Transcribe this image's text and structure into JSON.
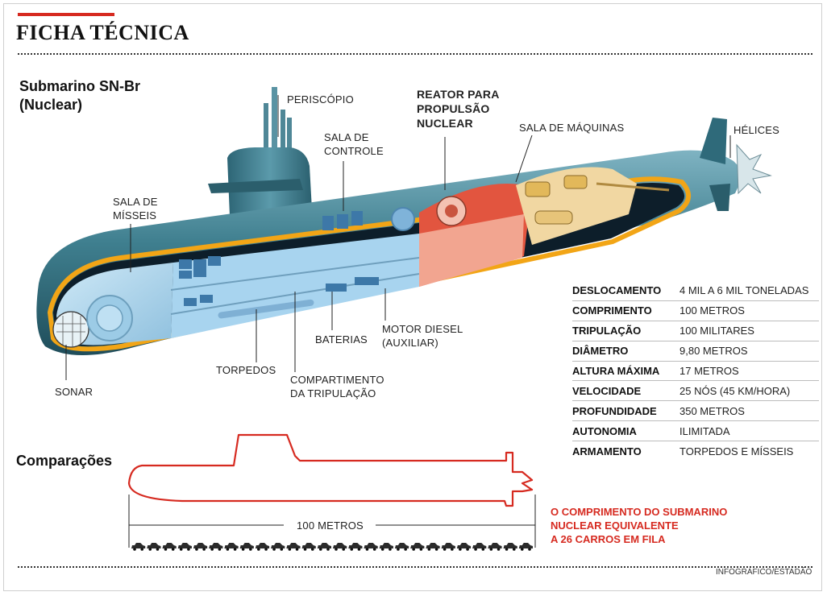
{
  "header": {
    "title": "FICHA TÉCNICA"
  },
  "submarine": {
    "title_line1": "Submarino SN-Br",
    "title_line2": "(Nuclear)"
  },
  "labels": {
    "periscopio": "PERISCÓPIO",
    "sala_controle_1": "SALA DE",
    "sala_controle_2": "CONTROLE",
    "reator_1": "REATOR PARA",
    "reator_2": "PROPULSÃO",
    "reator_3": "NUCLEAR",
    "sala_maquinas": "SALA DE MÁQUINAS",
    "helices": "HÉLICES",
    "sala_misseis_1": "SALA DE",
    "sala_misseis_2": "MÍSSEIS",
    "sonar": "SONAR",
    "torpedos": "TORPEDOS",
    "compartimento_1": "COMPARTIMENTO",
    "compartimento_2": "DA TRIPULAÇÃO",
    "baterias": "BATERIAS",
    "motor_1": "MOTOR DIESEL",
    "motor_2": "(AUXILIAR)"
  },
  "specs": [
    {
      "key": "DESLOCAMENTO",
      "value": "4 MIL A 6 MIL TONELADAS"
    },
    {
      "key": "COMPRIMENTO",
      "value": "100 METROS"
    },
    {
      "key": "TRIPULAÇÃO",
      "value": "100 MILITARES"
    },
    {
      "key": "DIÂMETRO",
      "value": "9,80 METROS"
    },
    {
      "key": "ALTURA MÁXIMA",
      "value": "17 METROS"
    },
    {
      "key": "VELOCIDADE",
      "value": "25 NÓS (45 KM/HORA)"
    },
    {
      "key": "PROFUNDIDADE",
      "value": "350 METROS"
    },
    {
      "key": "AUTONOMIA",
      "value": "ILIMITADA"
    },
    {
      "key": "ARMAMENTO",
      "value": "TORPEDOS E MÍSSEIS"
    }
  ],
  "comparison": {
    "title": "Comparações",
    "length_label": "100 METROS",
    "note_1": "O COMPRIMENTO DO SUBMARINO",
    "note_2": "NUCLEAR EQUIVALENTE",
    "note_3": "A 26 CARROS EM FILA",
    "car_count": 26
  },
  "credit": "INFOGRÁFICO/ESTADÃO",
  "colors": {
    "accent": "#d62a20",
    "hull": "#3f7f8f",
    "compartment": "#a8d4ef",
    "reactor": "#e2553f",
    "engine": "#f1d7a2",
    "gold": "#f2a516"
  }
}
